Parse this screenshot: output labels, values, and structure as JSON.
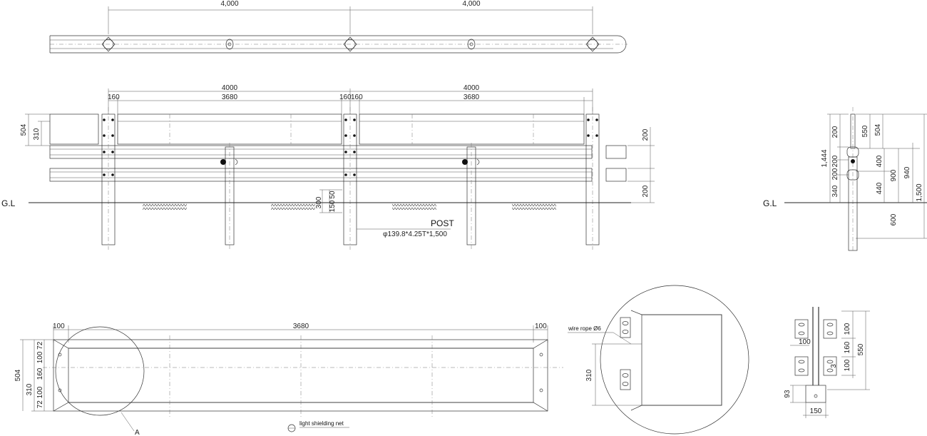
{
  "plan_view": {
    "span_left": "4,000",
    "span_right": "4,000"
  },
  "elevation": {
    "span_total_left": "4000",
    "span_total_right": "4000",
    "panel_left": "3680",
    "panel_right": "3680",
    "post_gap_a": "160",
    "post_gap_b": "160",
    "post_gap_c": "160",
    "height_504": "504",
    "height_310": "310",
    "rail_200_top": "200",
    "rail_200_bottom": "200",
    "embed_300": "300",
    "embed_150": "150",
    "embed_50": "50",
    "gl_label": "G.L",
    "post_label": "POST",
    "post_spec": "φ139.8*4.25T*1,500"
  },
  "section": {
    "gl_label": "G.L",
    "d_200a": "200",
    "d_550": "550",
    "d_504": "504",
    "d_1444": "1,444",
    "d_200b": "200",
    "d_200c": "200",
    "d_340": "340",
    "d_400": "400",
    "d_440": "440",
    "d_900": "900",
    "d_940": "940",
    "d_600": "600",
    "d_1500": "1,500"
  },
  "panel_detail": {
    "left_100": "100",
    "width_3680": "3680",
    "right_100": "100",
    "h_504": "504",
    "h_100_72": "100 72",
    "h_160": "160",
    "h_310": "310",
    "h_72_100": "72 100",
    "callout_a": "A",
    "legend_label": "light shielding net"
  },
  "zoom_detail": {
    "wire_rope": "wire rope Ø6",
    "h_310": "310"
  },
  "bracket_detail": {
    "d_100a": "100",
    "d_160": "160",
    "d_100b": "100",
    "d_550": "550",
    "d_100c": "100",
    "d_3": "3",
    "d_93": "93",
    "d_150": "150"
  },
  "colors": {
    "line": "#333333",
    "text": "#222222",
    "background": "#ffffff"
  }
}
